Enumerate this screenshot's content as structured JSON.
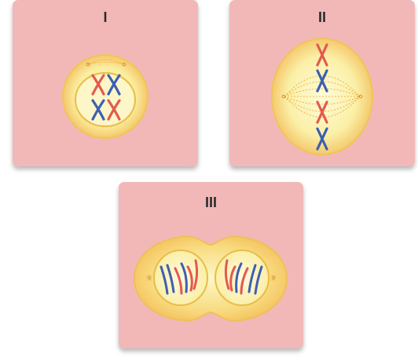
{
  "panels": [
    {
      "label": "I",
      "stage": "prophase"
    },
    {
      "label": "II",
      "stage": "metaphase"
    },
    {
      "label": "III",
      "stage": "telophase"
    }
  ],
  "colors": {
    "panel_bg": "#f2b8b8",
    "cytoplasm_outer": "#f6d37c",
    "cytoplasm_inner": "#fdf7c2",
    "nucleus_border": "#e8c24e",
    "spindle": "#f0a52c",
    "chromosome_red": "#e35a4f",
    "chromosome_blue": "#3d5fb0"
  }
}
